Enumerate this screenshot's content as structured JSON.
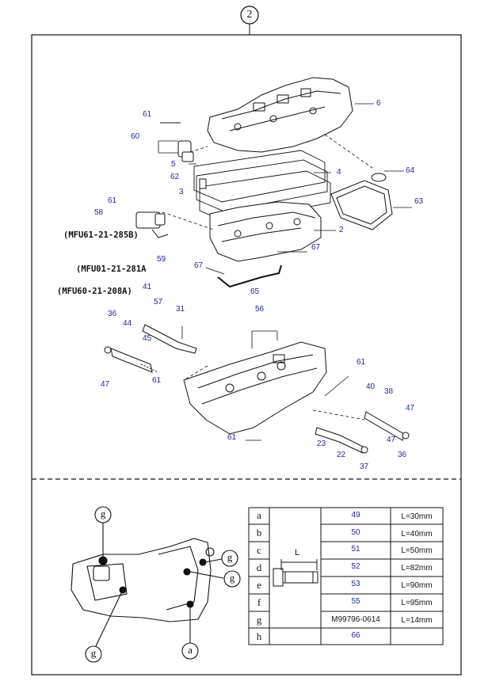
{
  "header": {
    "circle_marker": "2"
  },
  "callouts": {
    "p6": "6",
    "p61a": "61",
    "p60": "60",
    "p5": "5",
    "p62": "62",
    "p3": "3",
    "p4": "4",
    "p64": "64",
    "p63": "63",
    "p61b": "61",
    "p58": "58",
    "p2": "2",
    "p59": "59",
    "p67a": "67",
    "p67b": "67",
    "p65": "65",
    "p41": "41",
    "p57": "57",
    "p31": "31",
    "p56": "56",
    "p36a": "36",
    "p44": "44",
    "p45": "45",
    "p47a": "47",
    "p61c": "61",
    "p61d": "61",
    "p40": "40",
    "p38": "38",
    "p47b": "47",
    "p47c": "47",
    "p61e": "61",
    "p23": "23",
    "p22": "22",
    "p36b": "36",
    "p37": "37"
  },
  "part_codes": {
    "code1": "(MFU61-21-285B)",
    "code2": "(MFU01-21-281A",
    "code3": "(MFU60-21-208A)"
  },
  "bolt_diagram": {
    "length_label": "L"
  },
  "markers": {
    "g1": "g",
    "g2": "g",
    "g3": "g",
    "g4": "g",
    "a1": "a"
  },
  "bolt_table": {
    "rows": [
      {
        "letter": "a",
        "part": "49",
        "length": "L=30mm"
      },
      {
        "letter": "b",
        "part": "50",
        "length": "L=40mm"
      },
      {
        "letter": "c",
        "part": "51",
        "length": "L=50mm"
      },
      {
        "letter": "d",
        "part": "52",
        "length": "L=82mm"
      },
      {
        "letter": "e",
        "part": "53",
        "length": "L=90mm"
      },
      {
        "letter": "f",
        "part": "55",
        "length": "L=95mm"
      },
      {
        "letter": "g",
        "part": "M99796-0614",
        "length": "L=14mm"
      },
      {
        "letter": "h",
        "part": "66",
        "length": ""
      }
    ]
  }
}
